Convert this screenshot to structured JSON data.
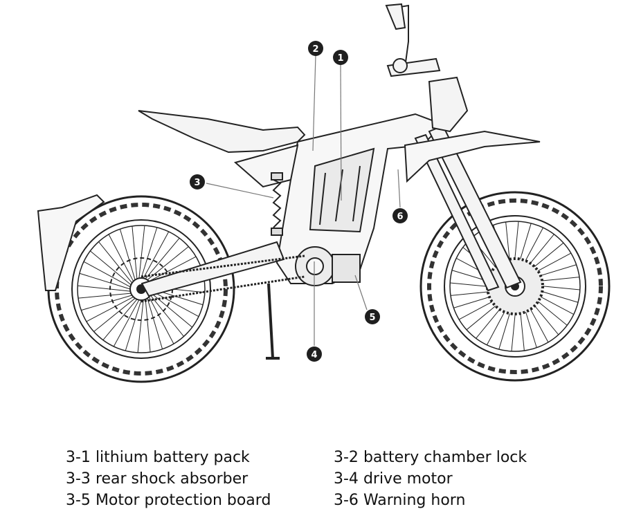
{
  "callouts": [
    {
      "num": "1"
    },
    {
      "num": "2"
    },
    {
      "num": "3"
    },
    {
      "num": "4"
    },
    {
      "num": "5"
    },
    {
      "num": "6"
    }
  ],
  "legend": [
    {
      "code": "3-1",
      "label": "lithium battery pack"
    },
    {
      "code": "3-2",
      "label": "battery chamber lock"
    },
    {
      "code": "3-3",
      "label": "rear shock absorber"
    },
    {
      "code": "3-4",
      "label": "drive motor"
    },
    {
      "code": "3-5",
      "label": "Motor protection board"
    },
    {
      "code": "3-6",
      "label": "Warning horn"
    }
  ],
  "colors": {
    "line": "#222222",
    "callout_fill": "#1f1f1f",
    "fill": "#f4f4f4"
  }
}
